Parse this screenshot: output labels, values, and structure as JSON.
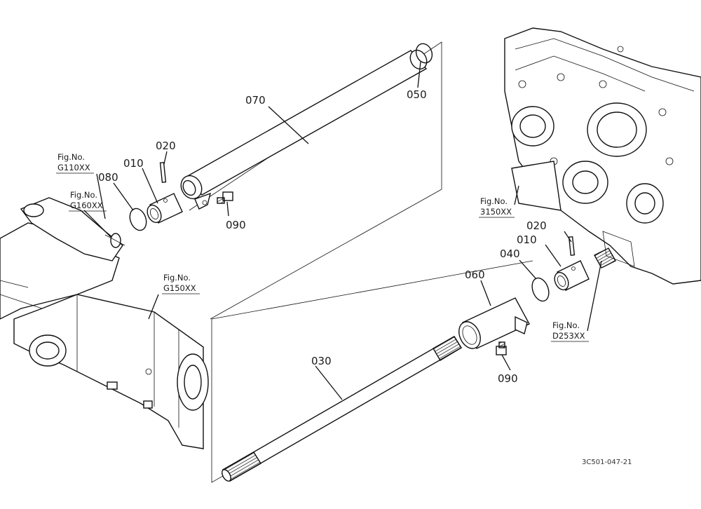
{
  "part_labels": {
    "p070": "070",
    "p050": "050",
    "p020a": "020",
    "p010a": "010",
    "p080": "080",
    "p090a": "090",
    "p020b": "020",
    "p010b": "010",
    "p040": "040",
    "p060": "060",
    "p030": "030",
    "p090b": "090"
  },
  "fig_refs": {
    "g110": {
      "title": "Fig.No.",
      "code": "G110XX"
    },
    "g160": {
      "title": "Fig.No.",
      "code": "G160XX"
    },
    "g150": {
      "title": "Fig.No.",
      "code": "G150XX"
    },
    "f3150": {
      "title": "Fig.No.",
      "code": "3150XX"
    },
    "d253": {
      "title": "Fig.No.",
      "code": "D253XX"
    }
  },
  "drawing_code": "3C501-047-21"
}
